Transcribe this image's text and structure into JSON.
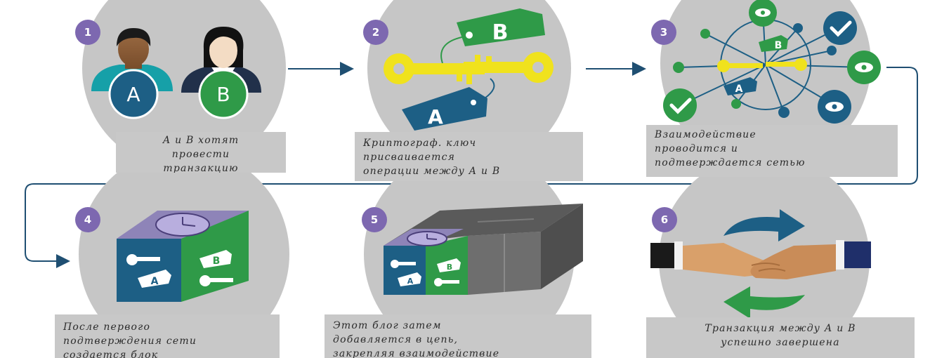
{
  "steps": [
    {
      "number": "1",
      "caption_lines": [
        "А и В хотят",
        "провести",
        "транзакцию"
      ]
    },
    {
      "number": "2",
      "caption_lines": [
        "Криптограф. ключ",
        "присваивается",
        "операции между А и В"
      ]
    },
    {
      "number": "3",
      "caption_lines": [
        "Взаимодействие",
        "проводится и",
        "подтверждается сетью"
      ]
    },
    {
      "number": "4",
      "caption_lines": [
        "После первого",
        "подтверждения сети",
        "создается блок"
      ]
    },
    {
      "number": "5",
      "caption_lines": [
        "Этот блог затем",
        "добавляется в цепь,",
        "закрепляя взаимодействие"
      ]
    },
    {
      "number": "6",
      "caption_lines": [
        "Транзакция между А и В",
        "успешно завершена"
      ]
    }
  ],
  "party_labels": {
    "a": "A",
    "b": "B"
  },
  "colors": {
    "circle": "#c6c6c6",
    "badge": "#7d68b0",
    "party_a": "#1d5f85",
    "party_b": "#2f9a48",
    "key": "#f0e21d",
    "arrow": "#1f4f72",
    "caption_bg": "#c8c8c8"
  },
  "icons": [
    "person-icon",
    "key-icon",
    "tag-icon",
    "network-node-icon",
    "check-icon",
    "eye-icon",
    "clock-icon",
    "block-cube-icon",
    "handshake-icon",
    "cycle-arrow-icon"
  ]
}
